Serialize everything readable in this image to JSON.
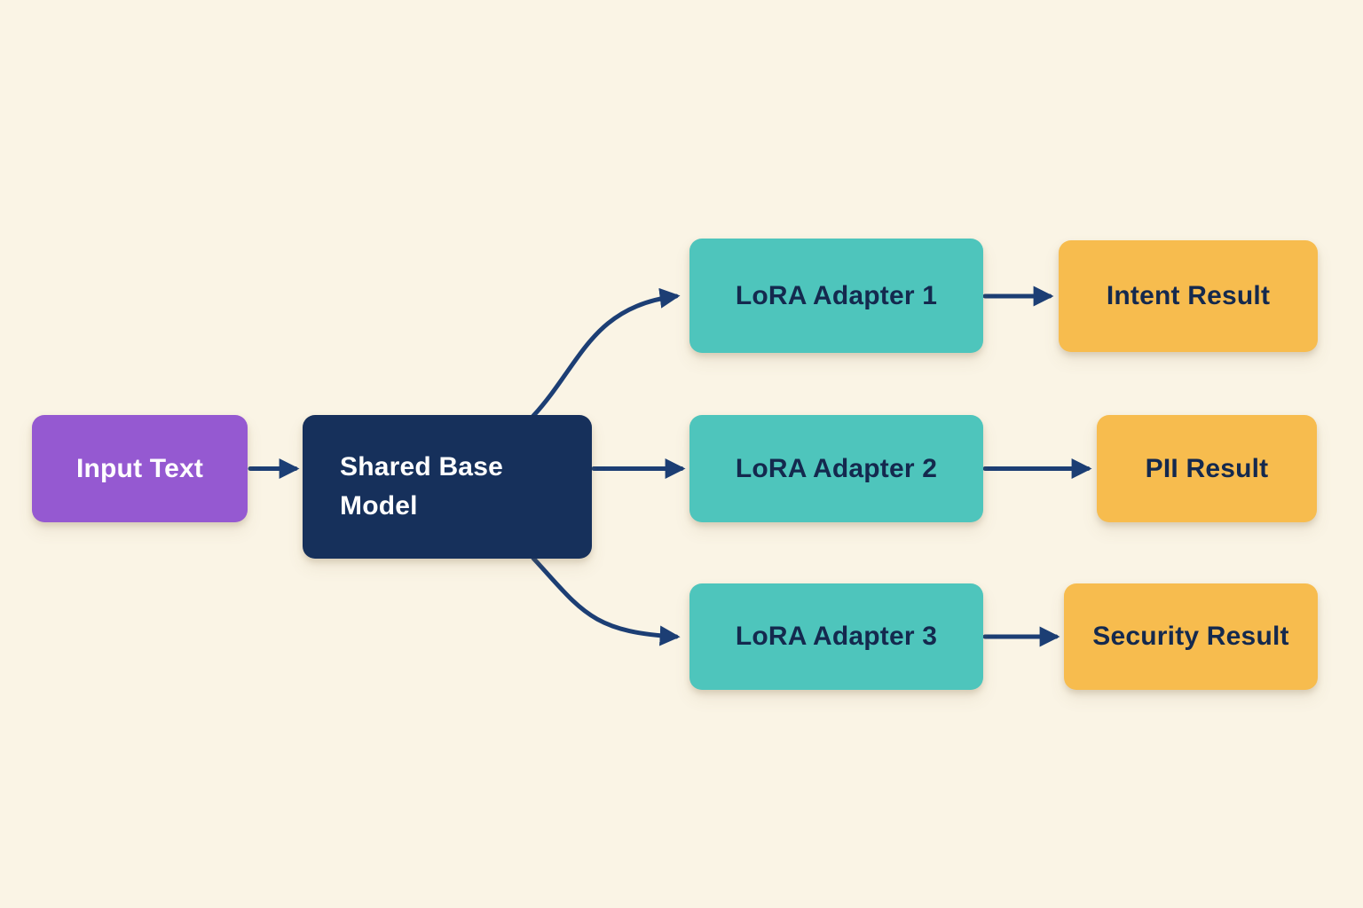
{
  "palette": {
    "background": "#FAF4E5",
    "edge": "#1C3E74",
    "node_purple": "#9559D1",
    "node_navy": "#16305B",
    "node_teal": "#4EC5BC",
    "node_amber": "#F7BC4E",
    "text_on_dark": "#FFFFFF",
    "text_on_light": "#14294E"
  },
  "nodes": {
    "input_text": {
      "label": "Input Text",
      "fill": "#9559D1",
      "text_color": "#FFFFFF"
    },
    "shared_base_model": {
      "label": "Shared Base Model",
      "fill": "#16305B",
      "text_color": "#FFFFFF"
    },
    "lora_adapter_1": {
      "label": "LoRA Adapter 1",
      "fill": "#4EC5BC",
      "text_color": "#14294E"
    },
    "lora_adapter_2": {
      "label": "LoRA Adapter 2",
      "fill": "#4EC5BC",
      "text_color": "#14294E"
    },
    "lora_adapter_3": {
      "label": "LoRA Adapter 3",
      "fill": "#4EC5BC",
      "text_color": "#14294E"
    },
    "intent_result": {
      "label": "Intent Result",
      "fill": "#F7BC4E",
      "text_color": "#14294E"
    },
    "pii_result": {
      "label": "PII Result",
      "fill": "#F7BC4E",
      "text_color": "#14294E"
    },
    "security_result": {
      "label": "Security Result",
      "fill": "#F7BC4E",
      "text_color": "#14294E"
    }
  },
  "edges": [
    {
      "from": "input_text",
      "to": "shared_base_model"
    },
    {
      "from": "shared_base_model",
      "to": "lora_adapter_1"
    },
    {
      "from": "shared_base_model",
      "to": "lora_adapter_2"
    },
    {
      "from": "shared_base_model",
      "to": "lora_adapter_3"
    },
    {
      "from": "lora_adapter_1",
      "to": "intent_result"
    },
    {
      "from": "lora_adapter_2",
      "to": "pii_result"
    },
    {
      "from": "lora_adapter_3",
      "to": "security_result"
    }
  ]
}
